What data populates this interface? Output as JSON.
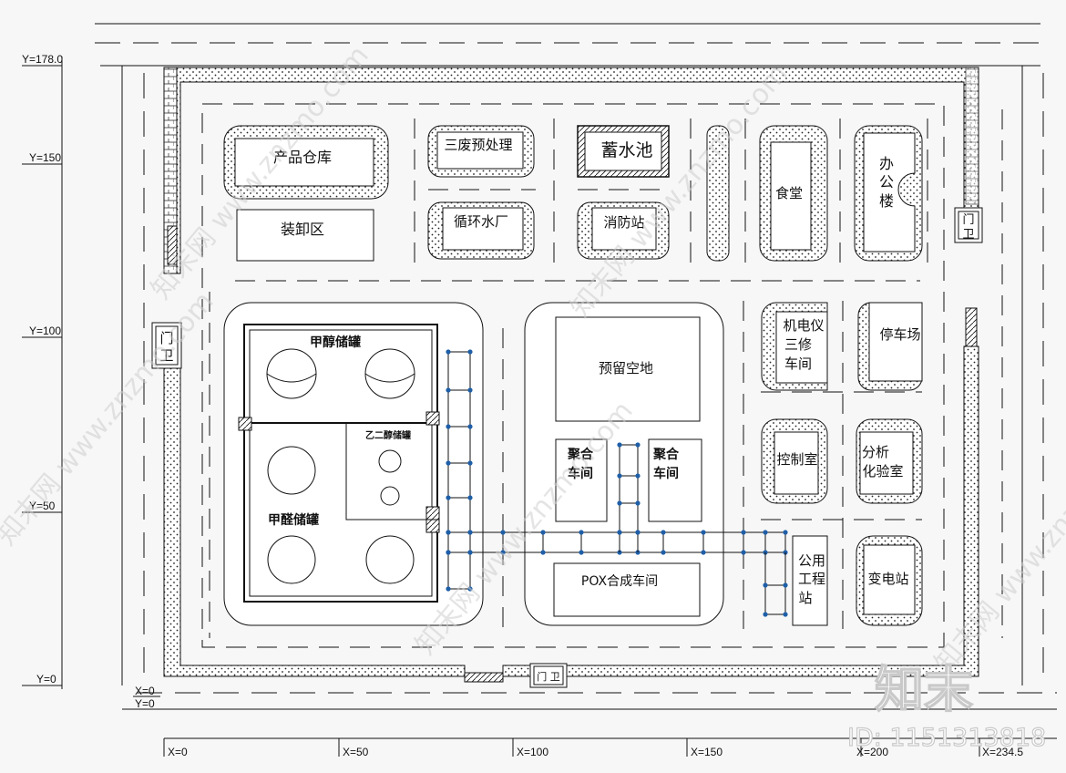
{
  "axis": {
    "y": [
      "Y=178.0",
      "Y=150",
      "Y=100",
      "Y=50",
      "Y=0"
    ],
    "x": [
      "X=0",
      "X=50",
      "X=100",
      "X=150",
      "X=200",
      "X=234.5"
    ],
    "origin_x": "X=0",
    "origin_y": "Y=0"
  },
  "buildings": {
    "product_warehouse": "产品仓库",
    "loading_area": "装卸区",
    "waste_pretreatment": "三废预处理",
    "reservoir": "蓄水池",
    "canteen": "食堂",
    "office": [
      "办",
      "公",
      "楼"
    ],
    "circulating_water": "循环水厂",
    "fire_station": "消防站",
    "gate_east": [
      "门",
      "卫"
    ],
    "gate_west": [
      "门",
      "卫"
    ],
    "gate_south": "门 卫",
    "methanol_tank": "甲醇储罐",
    "ethylene_glycol_tank": "乙二醇储罐",
    "formaldehyde_tank": "甲醛储罐",
    "reserved_land": "预留空地",
    "polymer_workshop_1": [
      "聚合",
      "车间"
    ],
    "polymer_workshop_2": [
      "聚合",
      "车间"
    ],
    "pox_workshop": "POX合成车间",
    "repair_workshop": [
      "机电仪",
      "三修",
      "车间"
    ],
    "parking": "停车场",
    "control_room": "控制室",
    "analysis_lab": [
      "分析",
      "化验室"
    ],
    "utility_station": [
      "公用",
      "工程",
      "站"
    ],
    "substation": "变电站"
  },
  "watermark": {
    "logo": "知末",
    "id": "ID: 1151313818",
    "site": "知末网 www.znzmo.com"
  },
  "colors": {
    "line": "#111111",
    "pipe": "#1f5fa8",
    "background": "#f7f7f7",
    "watermark": "#d0d0d0"
  }
}
